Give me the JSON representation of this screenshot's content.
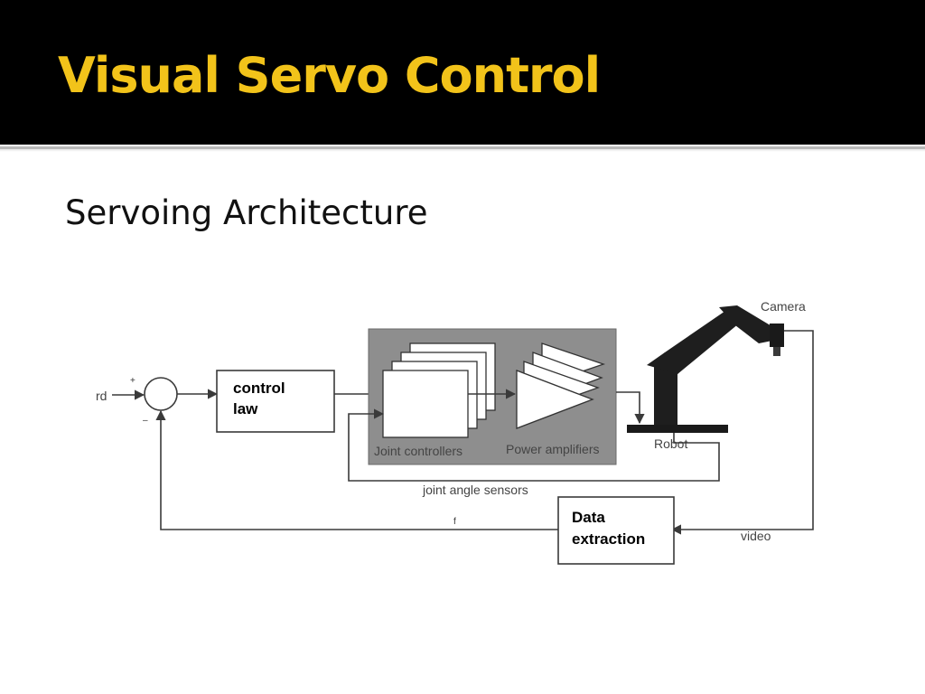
{
  "slide": {
    "title": "Visual Servo Control",
    "subtitle": "Servoing Architecture"
  },
  "diagram": {
    "input_label": "rd",
    "sum_plus": "+",
    "sum_minus": "–",
    "control_law_line1": "control",
    "control_law_line2": "law",
    "joint_controllers": "Joint controllers",
    "power_amplifiers": "Power amplifiers",
    "robot": "Robot",
    "camera": "Camera",
    "joint_angle_sensors": "joint angle sensors",
    "data_extraction_line1": "Data",
    "data_extraction_line2": "extraction",
    "video": "video",
    "feedback_label": "f"
  },
  "colors": {
    "title_bar": "#000000",
    "title_text": "#f2c31a",
    "subtitle_text": "#111111"
  }
}
